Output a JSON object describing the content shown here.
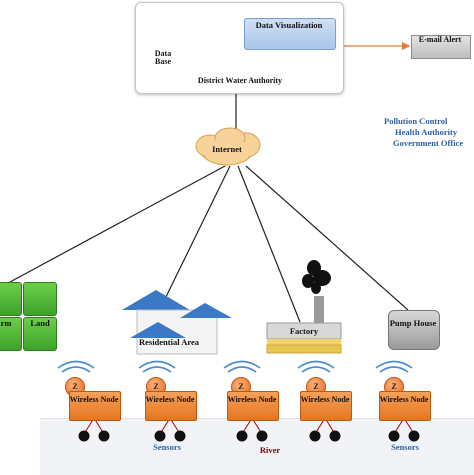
{
  "authority": {
    "title": "District Water Authority",
    "database": "Data Base",
    "visualization": "Data Visualization"
  },
  "alert": {
    "label": "E-mail Alert"
  },
  "recipients": [
    "Pollution Control",
    "Health Authority",
    "Government Office"
  ],
  "internet": {
    "label": "Internet"
  },
  "sites": {
    "farm": "rm",
    "land": "Land",
    "residential": "Residential Area",
    "factory": "Factory",
    "pump_house": "Pump House"
  },
  "nodes": [
    {
      "label": "Wireless Node",
      "badge": "Z"
    },
    {
      "label": "Wireless Node",
      "badge": "Z"
    },
    {
      "label": "Wireless Node",
      "badge": "Z"
    },
    {
      "label": "Wireless Node",
      "badge": "Z"
    },
    {
      "label": "Wireless Node",
      "badge": "Z"
    }
  ],
  "sensors_labels": [
    "Sensors",
    "Sensors"
  ],
  "river": {
    "label": "River"
  },
  "colors": {
    "accent_blue": "#2e5f9e",
    "node_orange": "#e4761f",
    "river_label": "#8b0000",
    "arrow": "#e07b39"
  }
}
